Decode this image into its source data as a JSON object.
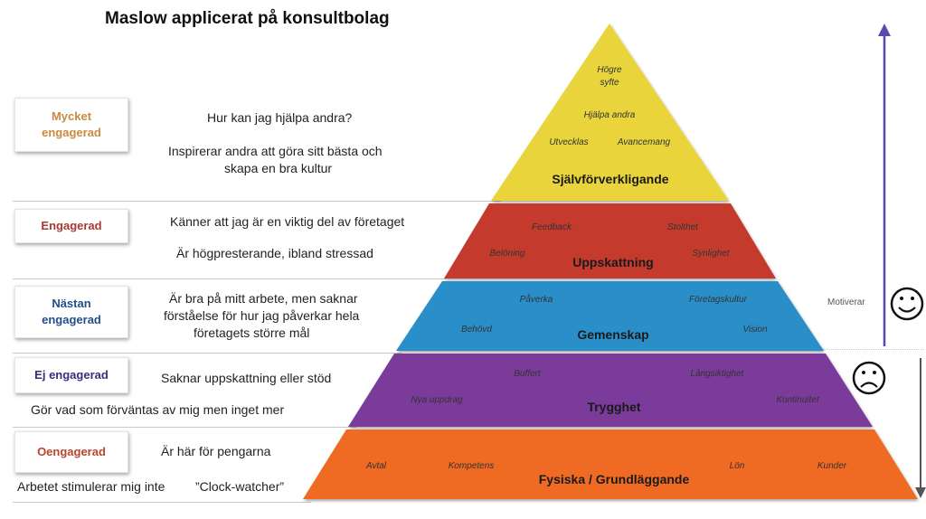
{
  "title": "Maslow applicerat på konsultbolag",
  "rows": [
    {
      "label": "Mycket engagerad",
      "label_lines": [
        "Mycket",
        "engagerad"
      ],
      "color": "#c98a3f",
      "lines": [
        "Hur kan jag hjälpa andra?",
        "Inspirerar andra att göra sitt bästa och",
        "skapa en bra kultur"
      ]
    },
    {
      "label": "Engagerad",
      "label_lines": [
        "Engagerad"
      ],
      "color": "#a83a32",
      "lines": [
        "Känner att jag är en viktig del av företaget",
        "Är högpresterande, ibland stressad"
      ]
    },
    {
      "label": "Nästan engagerad",
      "label_lines": [
        "Nästan",
        "engagerad"
      ],
      "color": "#1f4f8a",
      "lines": [
        "Är bra på mitt arbete, men saknar",
        "förståelse för hur jag påverkar hela",
        "företagets större mål"
      ]
    },
    {
      "label": "Ej engagerad",
      "label_lines": [
        "Ej engagerad"
      ],
      "color": "#3d2b7a",
      "lines": [
        "Saknar uppskattning eller stöd",
        "Gör vad som förväntas av mig men inget mer"
      ]
    },
    {
      "label": "Oengagerad",
      "label_lines": [
        "Oengagerad"
      ],
      "color": "#b9452a",
      "lines": [
        "Är här för pengarna",
        "Arbetet stimulerar mig inte",
        "”Clock-watcher”"
      ]
    }
  ],
  "pyramid": {
    "levels": [
      {
        "title": "Självförverkligande",
        "color": "#e9d53a",
        "needs": [
          "Högre",
          "syfte",
          "Hjälpa andra",
          "Utvecklas",
          "Avancemang"
        ]
      },
      {
        "title": "Uppskattning",
        "color": "#c43a2e",
        "needs": [
          "Feedback",
          "Stolthet",
          "Belöning",
          "Synlighet"
        ]
      },
      {
        "title": "Gemenskap",
        "color": "#2a8fc9",
        "needs": [
          "Påverka",
          "Företagskultur",
          "Behövd",
          "Vision"
        ]
      },
      {
        "title": "Trygghet",
        "color": "#7a3a9a",
        "needs": [
          "Buffert",
          "Långsiktighet",
          "Nya uppdrag",
          "Kontinuitet"
        ]
      },
      {
        "title": "Fysiska / Grundläggande",
        "color": "#ef6a22",
        "needs": [
          "Avtal",
          "Kompetens",
          "Lön",
          "Kunder"
        ]
      }
    ]
  },
  "motiverar": "Motiverar",
  "colors": {
    "arrow_up": "#5a4ab0",
    "arrow_down": "#555555",
    "separator": "#c9c9c9"
  },
  "icons": {
    "happy": "happy-face-icon",
    "sad": "sad-face-icon"
  }
}
